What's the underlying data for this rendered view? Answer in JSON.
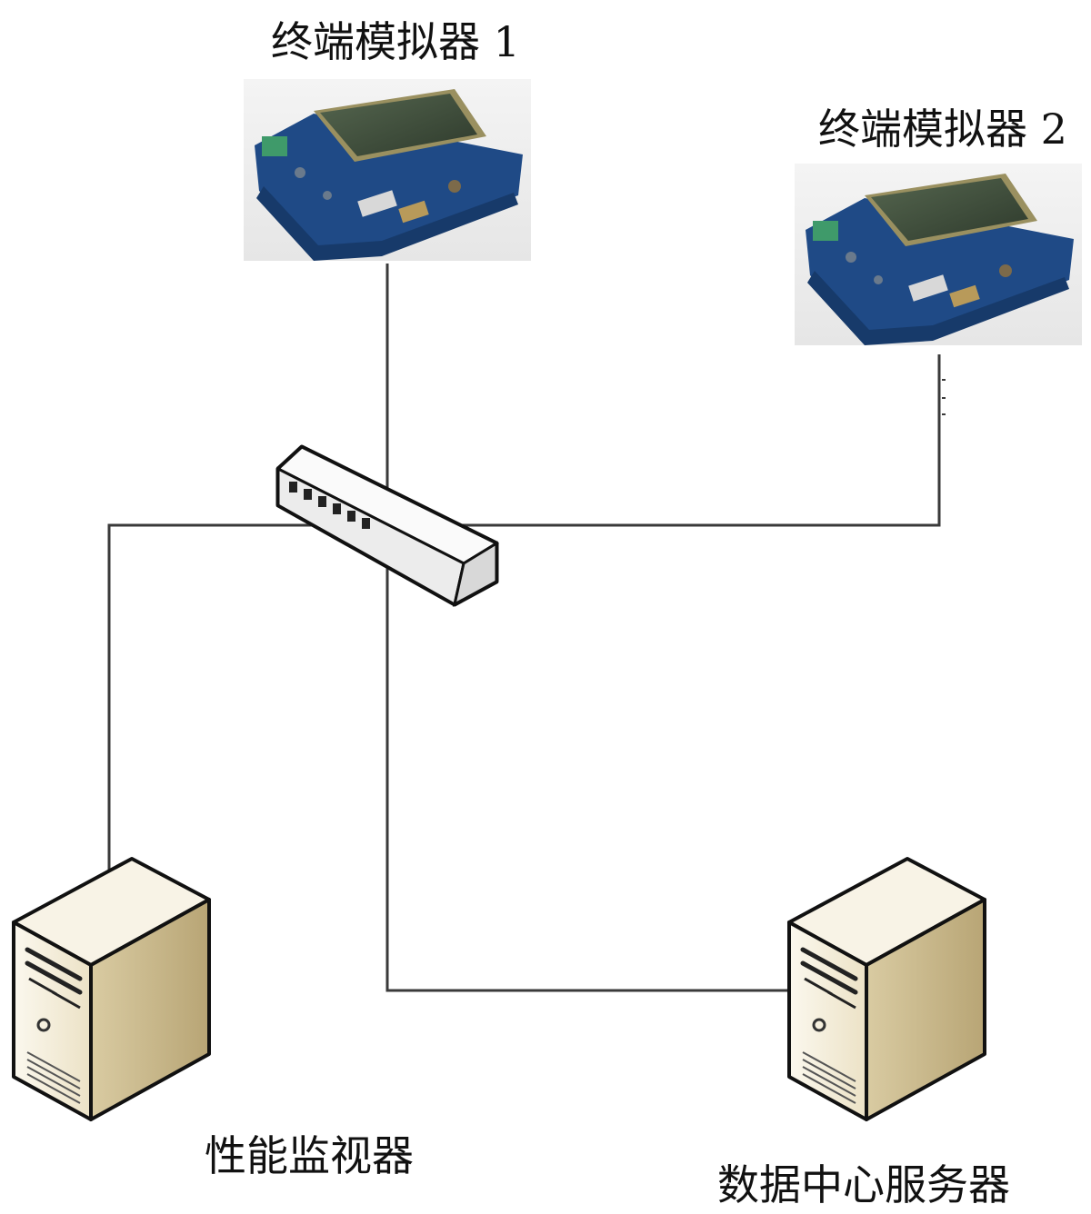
{
  "nodes": {
    "terminal_1": {
      "label": "终端模拟器 1",
      "icon": "circuit-board-icon"
    },
    "terminal_2": {
      "label": "终端模拟器 2",
      "icon": "circuit-board-icon"
    },
    "switch": {
      "label": "",
      "icon": "network-switch-icon"
    },
    "monitor": {
      "label": "性能监视器",
      "icon": "server-tower-icon"
    },
    "data_server": {
      "label": "数据中心服务器",
      "icon": "server-tower-icon"
    }
  },
  "colors": {
    "line": "#3a3a3a",
    "board_pcb": "#1f4a86",
    "board_screen": "#3b4e3a",
    "board_frame": "#9a9060",
    "server_face": "#f4efdd",
    "server_side": "#c9b98c",
    "server_top": "#f8f3e6",
    "switch_body": "#f2f2f2"
  }
}
